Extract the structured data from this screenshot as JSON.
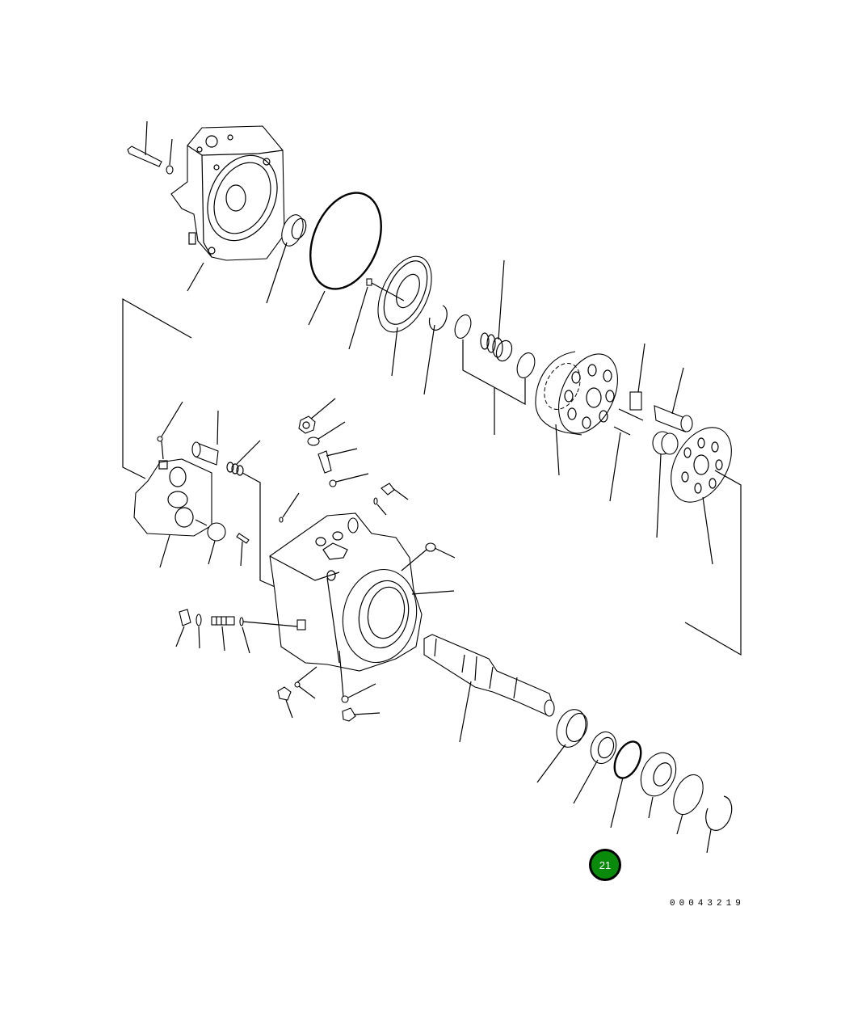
{
  "diagram": {
    "type": "exploded parts diagram (hydraulic pump assembly)",
    "callouts": [
      {
        "label": "21",
        "color": "#0a8a0a",
        "border": "#000000"
      }
    ],
    "drawing_number": "00043219",
    "colors": {
      "line": "#000000",
      "background": "#ffffff",
      "callout_fill": "#0a8a0a"
    }
  }
}
